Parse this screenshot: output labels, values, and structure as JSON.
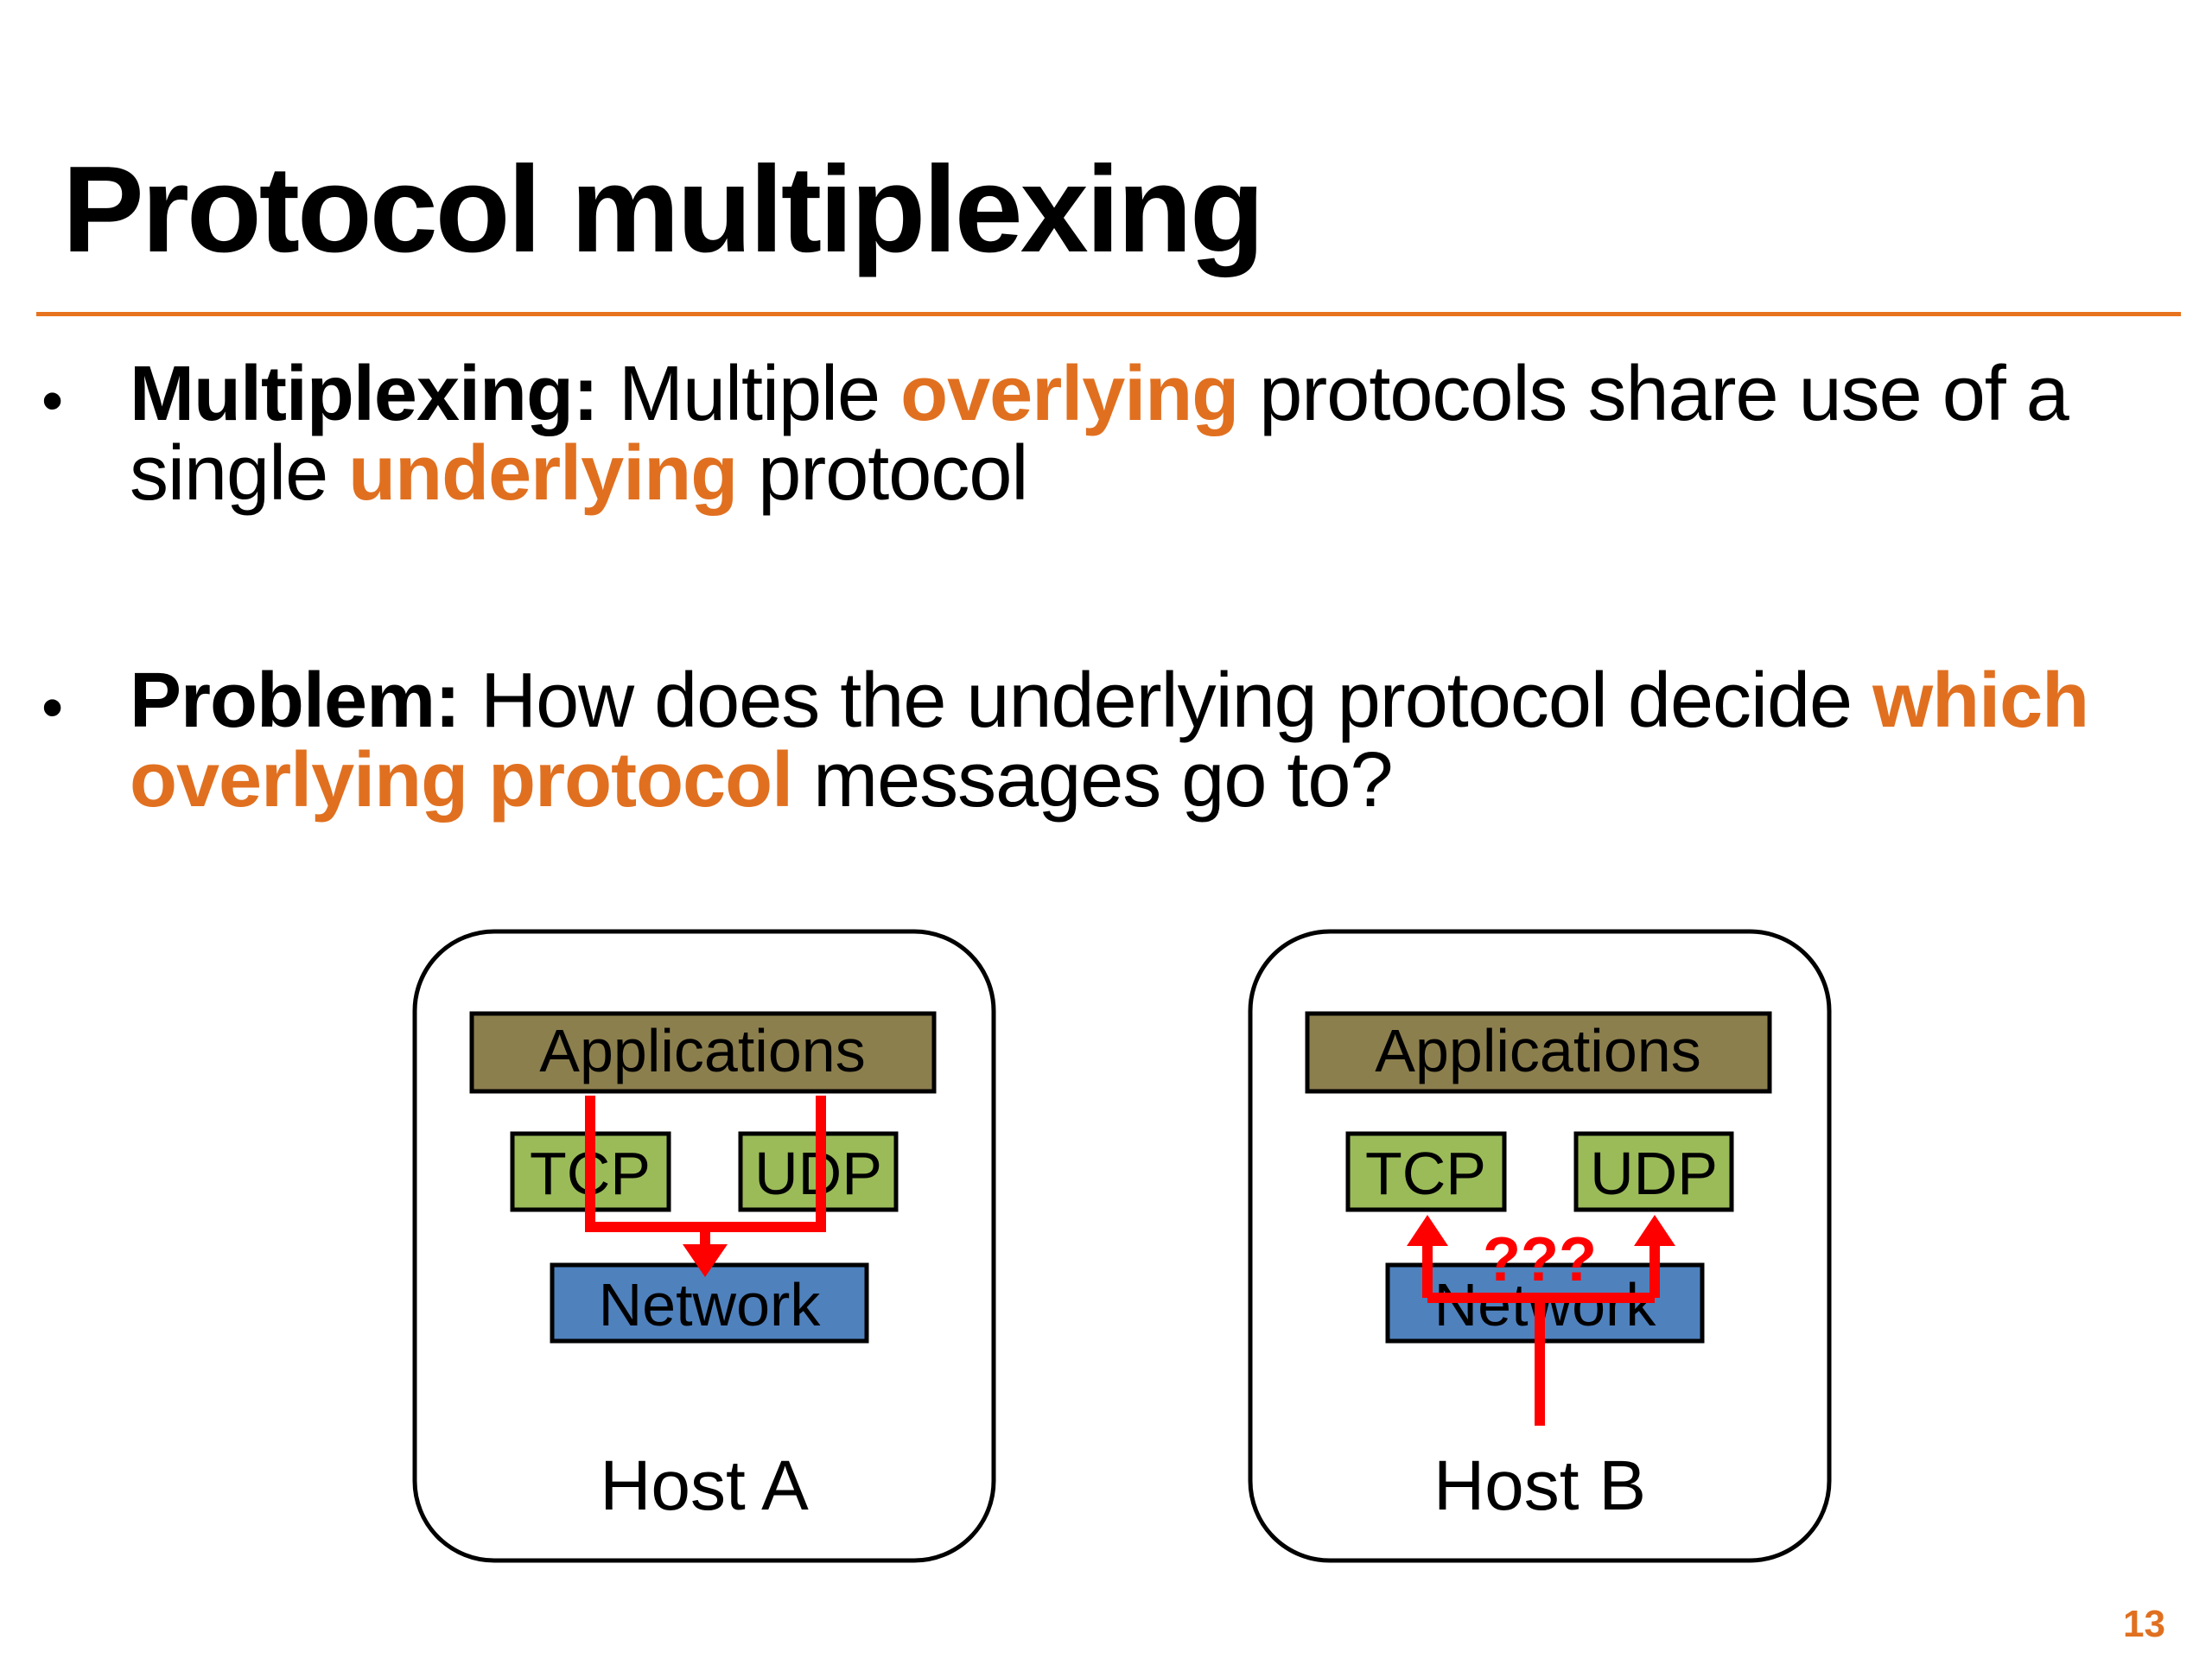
{
  "slide": {
    "title": "Protocol multiplexing",
    "page_number": "13",
    "accent_color": "#e07020"
  },
  "bullets": [
    {
      "label": "Multiplexing:",
      "text_1": "Multiple",
      "highlight_1": "overlying",
      "text_2": "protocols share use of a single",
      "highlight_2": "underlying",
      "text_3": "protocol"
    },
    {
      "label": "Problem:",
      "text_1": "How does the underlying protocol decide",
      "highlight_1": "which overlying protocol",
      "text_2": "messages go to?"
    }
  ],
  "hosts": [
    {
      "name": "Host A",
      "applications": "Applications",
      "tcp": "TCP",
      "udp": "UDP",
      "network": "Network"
    },
    {
      "name": "Host B",
      "applications": "Applications",
      "tcp": "TCP",
      "udp": "UDP",
      "network": "Network",
      "question": "???"
    }
  ],
  "colors": {
    "applications": "#8c7f4e",
    "transport": "#9bbb59",
    "network": "#4f81bd",
    "arrow": "#ff0000",
    "highlight": "#e07020"
  }
}
